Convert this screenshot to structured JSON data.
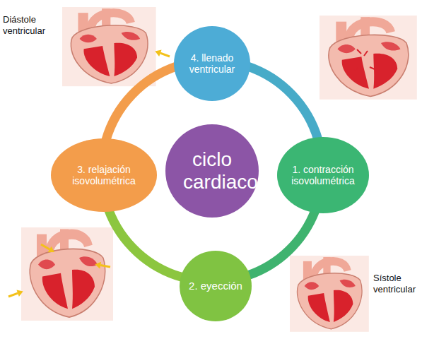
{
  "diagram": {
    "nodes": [
      {
        "text": [
          "ciclo cardiaco"
        ]
      },
      {
        "text": [
          "1. contracción isovolumétrica"
        ]
      },
      {
        "text": [
          "2. eyección"
        ]
      },
      {
        "text": [
          "3. relajación isovolumétrica"
        ]
      },
      {
        "text": [
          "4. llenado ventricular"
        ]
      }
    ],
    "edges": [
      {
        "from": 1,
        "to": 2,
        "arrow": "none"
      },
      {
        "from": 2,
        "to": 3,
        "arrow": "none"
      },
      {
        "from": 3,
        "to": 4,
        "arrow": "none"
      },
      {
        "from": 4,
        "to": 1,
        "arrow": "none"
      }
    ],
    "labels": [
      "Diástole ventricular",
      "Sístole ventricular"
    ]
  }
}
